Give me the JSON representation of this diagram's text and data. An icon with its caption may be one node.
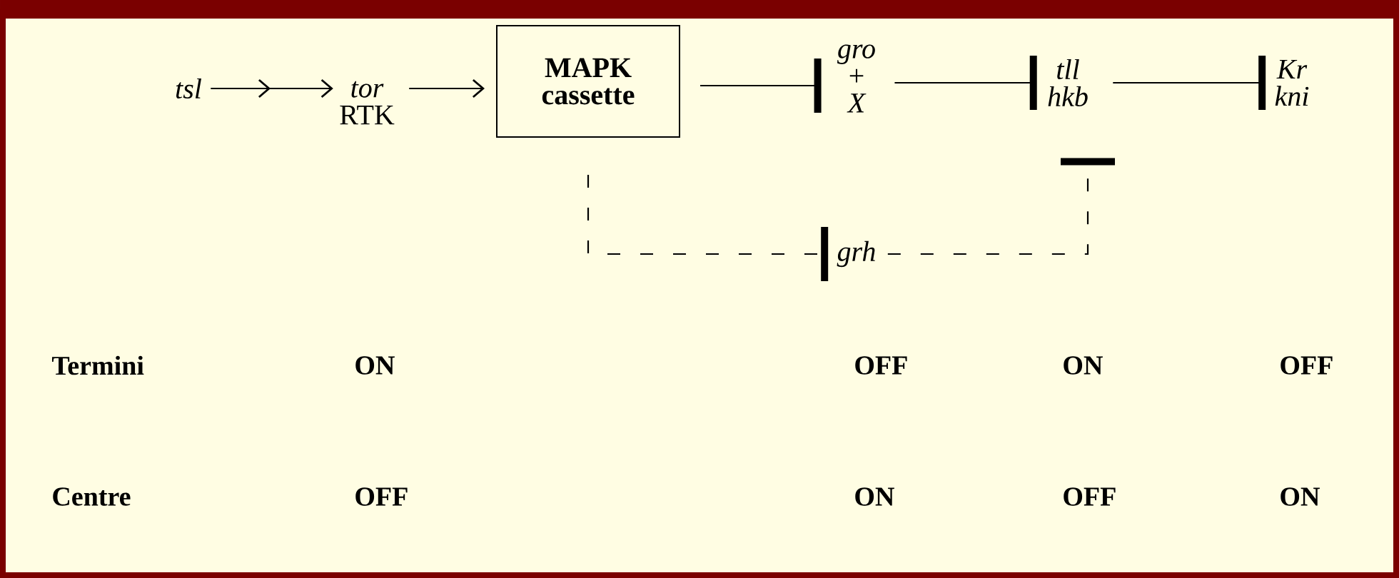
{
  "diagram": {
    "nodes": [
      {
        "text": [
          "tsl"
        ]
      },
      {
        "text": [
          "tor",
          "RTK"
        ]
      },
      {
        "text": [
          "MAPK",
          "cassette"
        ]
      },
      {
        "text": [
          "gro",
          "+",
          "X"
        ]
      },
      {
        "text": [
          "tll",
          "hkb"
        ]
      },
      {
        "text": [
          "Kr",
          "kni"
        ]
      },
      {
        "text": [
          "grh"
        ]
      }
    ],
    "edges": [
      {
        "from": 0,
        "to": 1,
        "arrow": "to"
      },
      {
        "from": 1,
        "to": 2,
        "arrow": "to"
      },
      {
        "from": 2,
        "to": 3,
        "arrow": "other"
      },
      {
        "from": 3,
        "to": 4,
        "arrow": "other"
      },
      {
        "from": 4,
        "to": 5,
        "arrow": "other"
      },
      {
        "from": 2,
        "to": 6,
        "arrow": "other",
        "style": "dashed"
      },
      {
        "from": 6,
        "to": 4,
        "arrow": "other",
        "style": "dashed"
      }
    ],
    "labels": [
      "Termini",
      "ON",
      "OFF",
      "ON",
      "OFF",
      "Centre",
      "OFF",
      "ON",
      "OFF",
      "ON"
    ]
  }
}
